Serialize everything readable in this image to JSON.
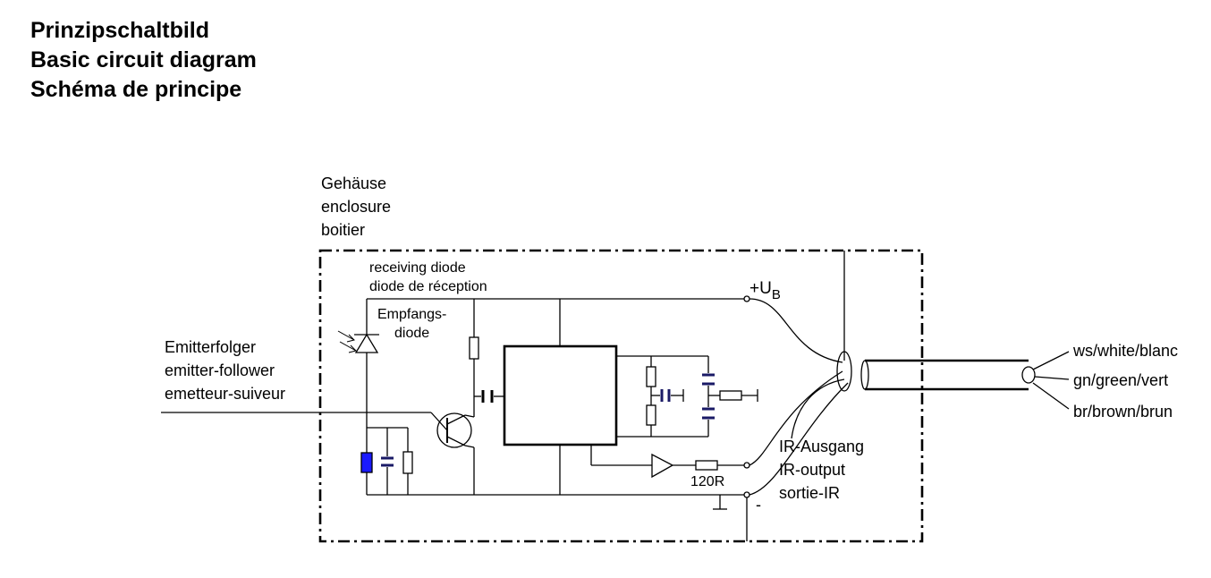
{
  "title": {
    "lines": [
      "Prinzipschaltbild",
      "Basic circuit diagram",
      "Schéma de principe"
    ]
  },
  "labels": {
    "enclosure": [
      "Gehäuse",
      "enclosure",
      "boitier"
    ],
    "receiving_diode": [
      "receiving diode",
      "diode de réception"
    ],
    "empfangs_diode": [
      "Empfangs-",
      "diode"
    ],
    "emitter_follower": [
      "Emitterfolger",
      "emitter-follower",
      "emetteur-suiveur"
    ],
    "supply_plus": "+U",
    "supply_sub": "B",
    "ir_output": [
      "IR-Ausgang",
      "IR-output",
      "sortie-IR"
    ],
    "resistor_value": "120R",
    "minus": "-",
    "wires": [
      "ws/white/blanc",
      "gn/green/vert",
      "br/brown/brun"
    ]
  },
  "colors": {
    "ink": "#000000",
    "emitter_diode": "#1a1aff",
    "capacitor_plate": "#1a1a66"
  }
}
